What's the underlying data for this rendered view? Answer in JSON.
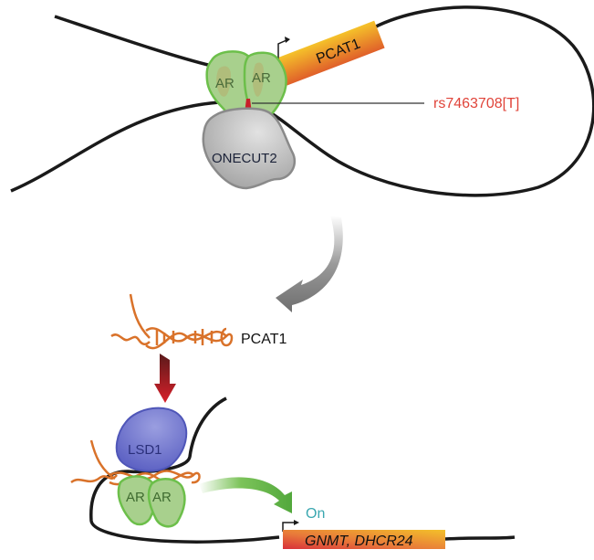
{
  "diagram": {
    "top_panel": {
      "proteins": {
        "ar_left": "AR",
        "ar_right": "AR",
        "onecut2": "ONECUT2"
      },
      "gene": "PCAT1",
      "snp_label": "rs7463708[T]"
    },
    "middle_panel": {
      "rna_label": "PCAT1"
    },
    "bottom_panel": {
      "proteins": {
        "lsd1": "LSD1",
        "ar_left": "AR",
        "ar_right": "AR"
      },
      "state_label": "On",
      "genes": "GNMT, DHCR24"
    },
    "colors": {
      "dna": "#1a1a1a",
      "ar_fill": "#a8d08d",
      "ar_stroke": "#6cbf4a",
      "ar_text": "#4a6b3a",
      "onecut2_fill": "#b8b8b8",
      "onecut2_stroke": "#8a8a8a",
      "lsd1_fill": "#7b7fd0",
      "lsd1_stroke": "#4f56b8",
      "lsd1_text": "#2a2f7a",
      "snp_text": "#e0443a",
      "snp_marker": "#c8202a",
      "rna": "#d9722a",
      "on_text": "#3aa7b0",
      "green_arrow": "#5aac44",
      "gray_arrow": "#7a7a7a",
      "red_arrow": "#b8202a"
    }
  }
}
